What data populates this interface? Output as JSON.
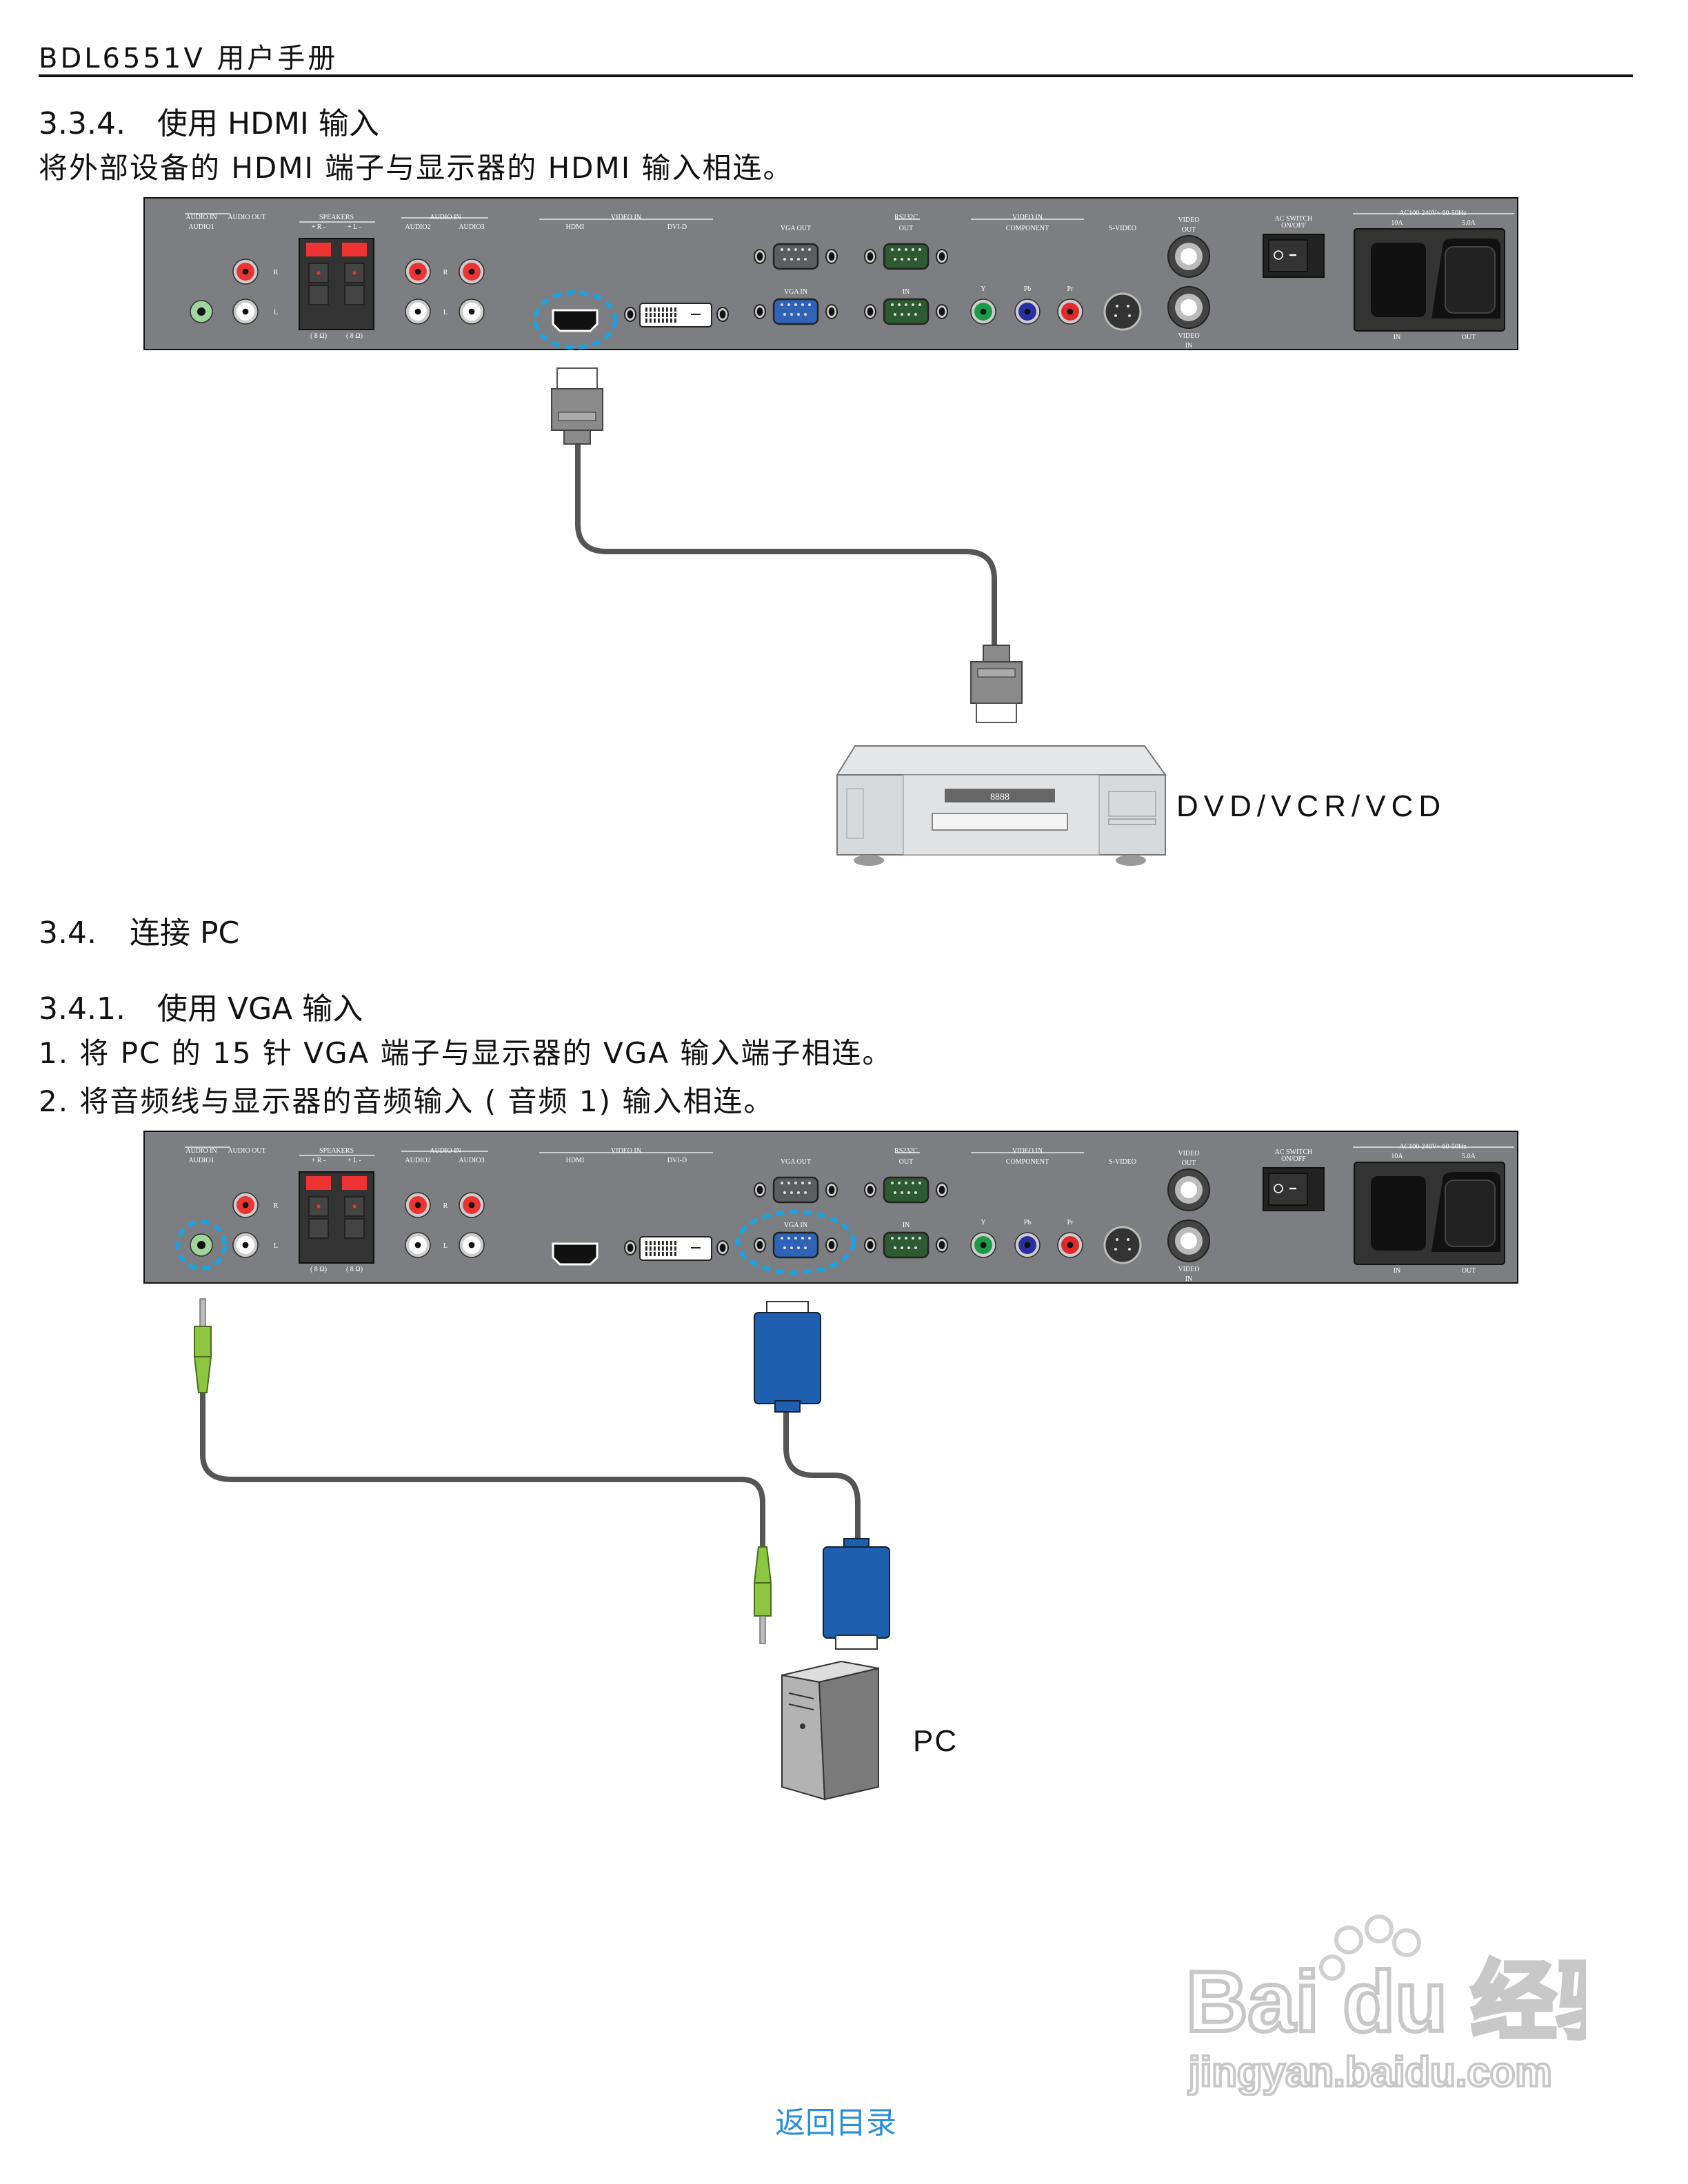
{
  "header": {
    "title": "BDL6551V 用户手册"
  },
  "s334": {
    "num": "3.3.4.",
    "title": "使用 HDMI 输入",
    "desc": "将外部设备的 HDMI 端子与显示器的 HDMI 输入相连。",
    "device_label": "DVD/VCR/VCD",
    "dvd_display": "8888"
  },
  "s34": {
    "num": "3.4.",
    "title": "连接 PC"
  },
  "s341": {
    "num": "3.4.1.",
    "title": "使用 VGA 输入",
    "step1": "1. 将 PC 的 15 针 VGA 端子与显示器的 VGA 输入端子相连。",
    "step2": "2. 将音频线与显示器的音频输入 ( 音频 1) 输入相连。",
    "device_label": "PC"
  },
  "panel": {
    "audio_in": "AUDIO IN",
    "audio_out": "AUDIO OUT",
    "audio1": "AUDIO1",
    "speakers": "SPEAKERS",
    "spk_r": "+ R -",
    "spk_l": "+ L -",
    "ohm": "( 8 Ω)",
    "audio_in2": "AUDIO IN",
    "audio2": "AUDIO2",
    "audio3": "AUDIO3",
    "r": "R",
    "l": "L",
    "video_in": "VIDEO IN",
    "hdmi": "HDMI",
    "dvid": "DVI-D",
    "vga_out": "VGA OUT",
    "vga_in": "VGA IN",
    "rs232c": "RS232C",
    "out": "OUT",
    "in": "IN",
    "video_in_comp": "VIDEO IN",
    "component": "COMPONENT",
    "y": "Y",
    "pb": "Pb",
    "pr": "Pr",
    "svideo": "S-VIDEO",
    "video_out1": "VIDEO",
    "video_out2": "OUT",
    "video_inb1": "VIDEO",
    "video_inb2": "IN",
    "ac_switch": "AC SWITCH",
    "on_off": "ON/OFF",
    "ac_rating": "AC100-240V~ 60-50Hz",
    "amp_in": "10A",
    "amp_out": "5.0A",
    "pwr_in": "IN",
    "pwr_out": "OUT"
  },
  "watermark": {
    "brand": "Bai du 经验",
    "url": "jingyan.baidu.com"
  },
  "footer": {
    "back_link": "返回目录"
  },
  "colors": {
    "panel": "#7d7e81",
    "highlight": "#1aa3e0",
    "link": "#2a8fd6",
    "vga_blue": "#1f5fb0",
    "audio_green": "#8cc63f"
  }
}
